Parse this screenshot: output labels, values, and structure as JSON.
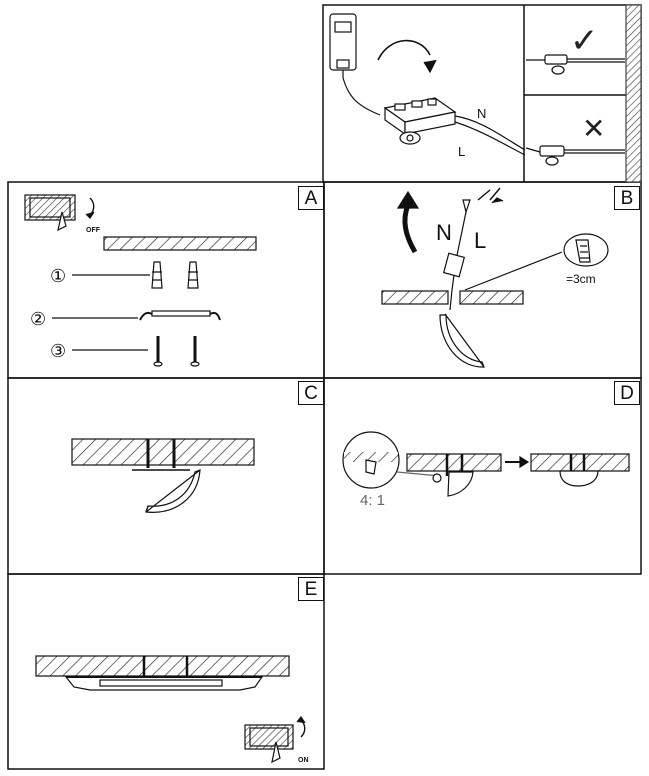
{
  "panels": {
    "top": {
      "label_n": "N",
      "label_l": "L",
      "check_mark": "✓",
      "cross_mark": "✕"
    },
    "a": {
      "label": "A",
      "switch_text": "OFF",
      "step_1": "①",
      "step_2": "②",
      "step_3": "③"
    },
    "b": {
      "label": "B",
      "label_n": "N",
      "label_l": "L",
      "strip_length": "=3cm"
    },
    "c": {
      "label": "C"
    },
    "d": {
      "label": "D",
      "magnify_ratio": "4: 1"
    },
    "e": {
      "label": "E",
      "switch_text": "ON"
    }
  },
  "colors": {
    "line": "#111111",
    "hatch": "#222222",
    "wall": "#777777"
  }
}
